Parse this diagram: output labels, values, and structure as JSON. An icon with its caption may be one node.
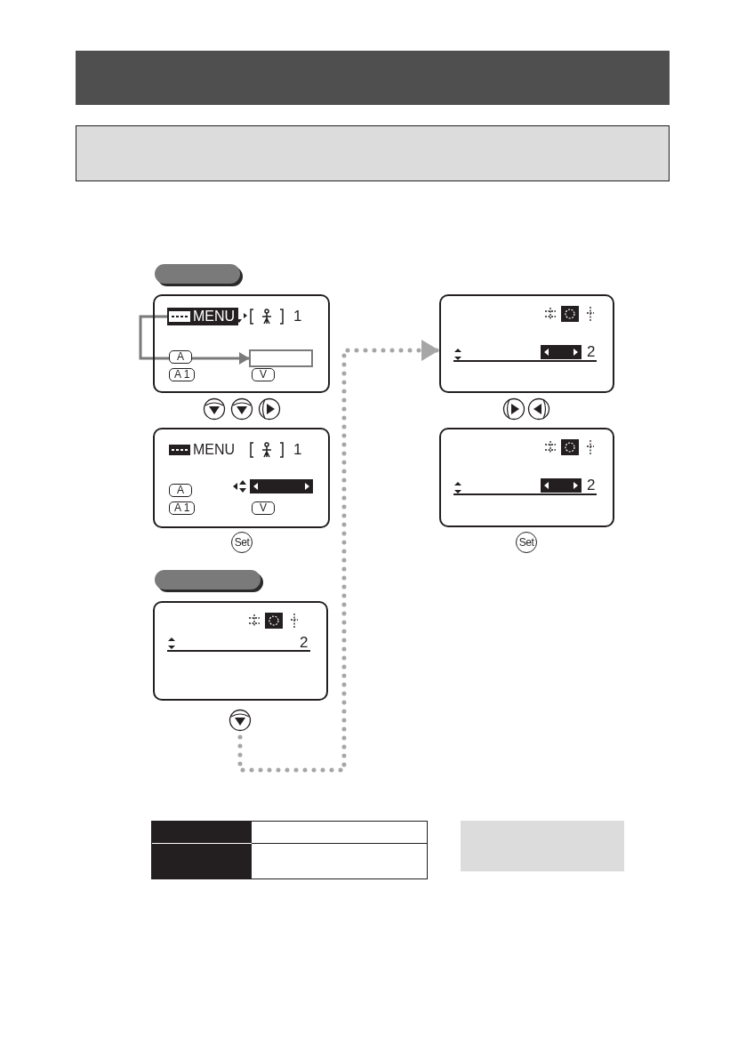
{
  "diagram": {
    "nodes": [
      {
        "text": [
          "1",
          "A",
          "A 1",
          "V"
        ]
      },
      {
        "text": [
          "MENU"
        ],
        "in": 0
      },
      {
        "text": [],
        "shape": "box",
        "in": 0
      },
      {
        "text": [
          "MENU",
          "1",
          "A",
          "A 1",
          "V"
        ]
      },
      {
        "text": [
          "2"
        ]
      },
      {
        "text": [],
        "shape": "circle"
      },
      {
        "text": [
          "2"
        ]
      },
      {
        "text": [
          "2"
        ]
      },
      {
        "text": [],
        "shape": "bar"
      },
      {
        "text": [],
        "shape": "bar"
      }
    ],
    "edges": [
      {
        "from": 1,
        "to": 2,
        "arrow": "to",
        "color": "#7a7a7a"
      },
      {
        "from": 5,
        "to": 6,
        "arrow": "to",
        "style": "dashed",
        "color": "#a6a6a6"
      }
    ],
    "labels": [
      "Set",
      "Set"
    ]
  }
}
